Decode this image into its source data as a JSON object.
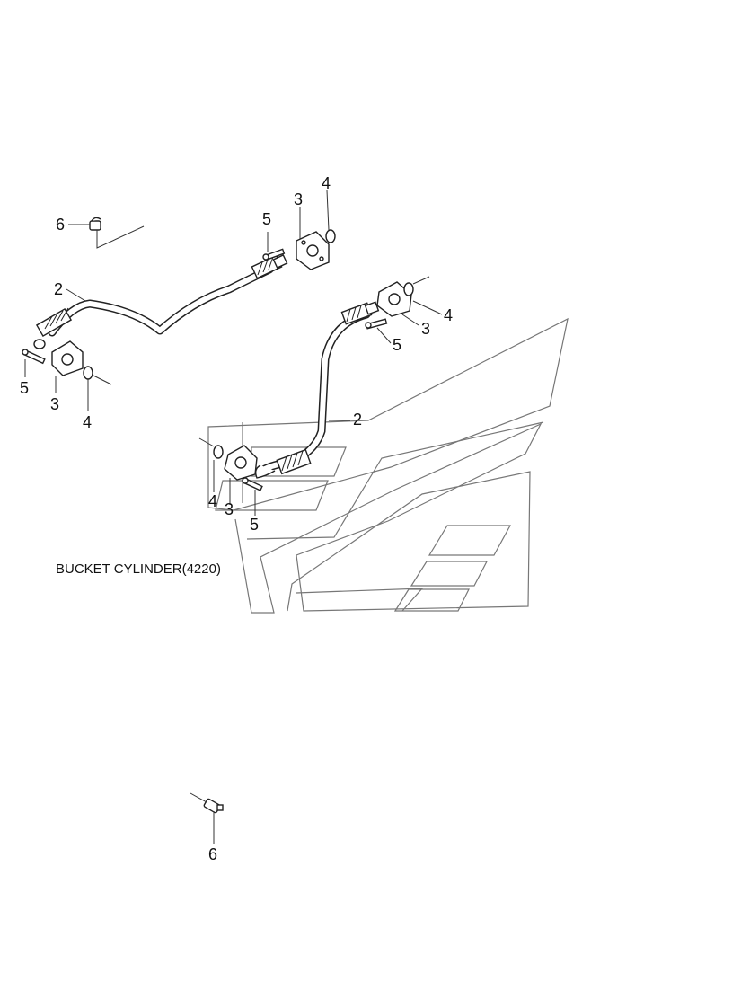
{
  "caption": "BUCKET CYLINDER(4220)",
  "callouts": {
    "c6_top": "6",
    "c5_top": "5",
    "c3_top": "3",
    "c4_top": "4",
    "c2_left": "2",
    "c5_left": "5",
    "c3_left": "3",
    "c4_left": "4",
    "c4_right": "4",
    "c3_right": "3",
    "c5_right": "5",
    "c2_right": "2",
    "c4_bottom": "4",
    "c3_bottom": "3",
    "c5_bottom": "5",
    "c6_bottom": "6"
  }
}
